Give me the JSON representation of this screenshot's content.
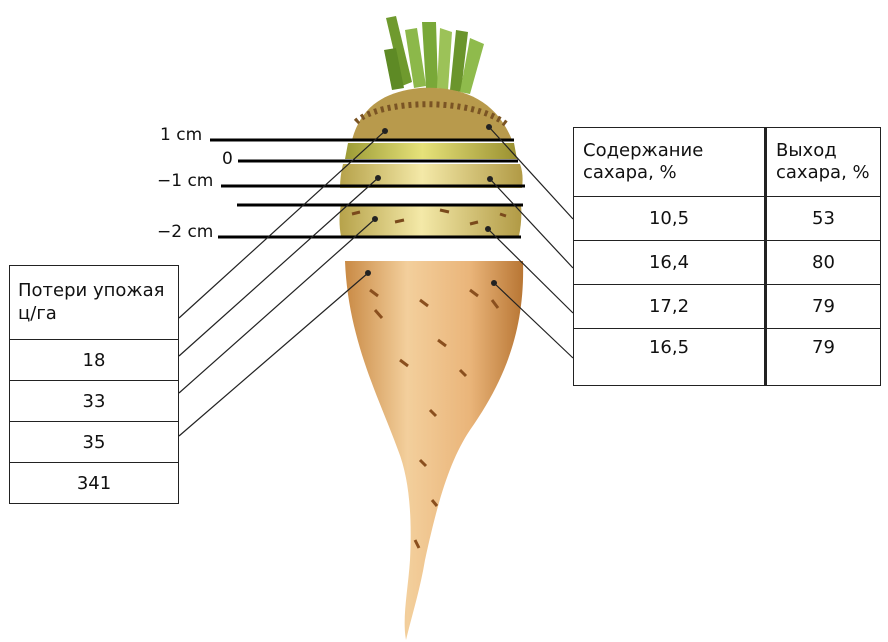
{
  "levels": {
    "plus1": "1 cm",
    "zero": "0",
    "minus1": "−1 cm",
    "minus2": "−2 cm"
  },
  "losses_table": {
    "header": "Потери упожая ц/га",
    "rows": [
      "18",
      "33",
      "35",
      "341"
    ]
  },
  "sugar_table": {
    "header_content": "Содержание сахара, %",
    "header_yield": "Выход сахара, %",
    "rows": [
      {
        "content": "10,5",
        "yield": "53"
      },
      {
        "content": "16,4",
        "yield": "80"
      },
      {
        "content": "17,2",
        "yield": "79"
      },
      {
        "content": "16,5",
        "yield": "79"
      }
    ]
  }
}
